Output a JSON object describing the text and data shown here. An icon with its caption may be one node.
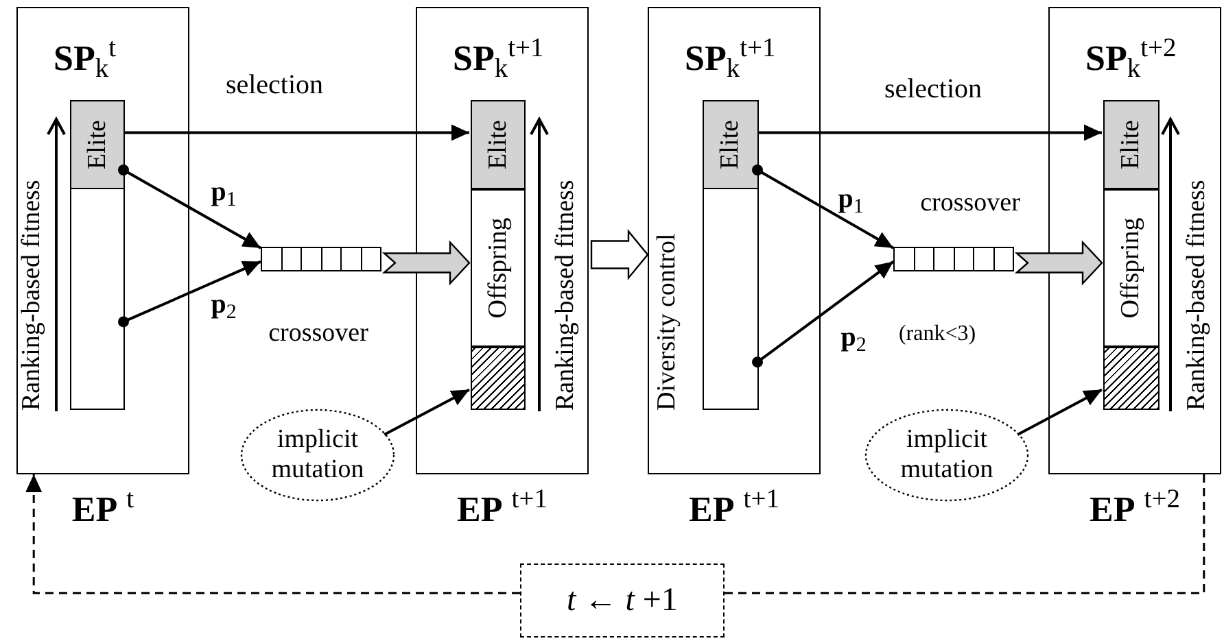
{
  "diagram": {
    "nodes": [
      {
        "text": [
          "**SP**$_{k}$$^{t}$",
          "Ranking-based fitness",
          "**EP** $^{t}$"
        ]
      },
      {
        "text": [],
        "shape": "bar",
        "in": 0
      },
      {
        "text": [
          "Elite"
        ],
        "in": 1
      },
      {
        "text": [],
        "shape": "box"
      },
      {
        "text": [
          "**SP**$_{k}$$^{t+1}$",
          "Ranking-based fitness",
          "**EP** $^{t+1}$"
        ]
      },
      {
        "text": [],
        "shape": "bar",
        "in": 4
      },
      {
        "text": [
          "Elite"
        ],
        "in": 5
      },
      {
        "text": [
          "Offspring"
        ],
        "in": 5
      },
      {
        "text": [],
        "shape": "box",
        "in": 5
      },
      {
        "text": [
          "implicit mutation"
        ]
      },
      {
        "text": [
          "**SP**$_{k}$$^{t+1}$",
          "Diversity control",
          "**EP** $^{t+1}$"
        ]
      },
      {
        "text": [],
        "shape": "bar",
        "in": 10
      },
      {
        "text": [
          "Elite"
        ],
        "in": 11
      },
      {
        "text": [],
        "shape": "box"
      },
      {
        "text": [
          "**SP**$_{k}$$^{t+2}$",
          "Ranking-based fitness",
          "**EP** $^{t+2}$"
        ]
      },
      {
        "text": [],
        "shape": "bar",
        "in": 14
      },
      {
        "text": [
          "Elite"
        ],
        "in": 15
      },
      {
        "text": [
          "Offspring"
        ],
        "in": 15
      },
      {
        "text": [],
        "shape": "box",
        "in": 15
      },
      {
        "text": [
          "implicit mutation"
        ]
      },
      {
        "text": [
          "*t* ← *t* +1"
        ]
      }
    ],
    "edges": [
      {
        "from": 2,
        "to": 6,
        "arrow": "to",
        "label": "selection"
      },
      {
        "from": 2,
        "to": 3,
        "arrow": "to",
        "label": "**p**$_{1}$"
      },
      {
        "from": 1,
        "to": 3,
        "arrow": "to",
        "label": "**p**$_{2}$"
      },
      {
        "from": 3,
        "to": 7,
        "arrow": "to",
        "style": "thick",
        "color": "#d3d3d3"
      },
      {
        "from": 4,
        "to": 10,
        "arrow": "to",
        "style": "thick",
        "color": "#ffffff"
      },
      {
        "from": 9,
        "to": 8,
        "arrow": "to"
      },
      {
        "from": 12,
        "to": 16,
        "arrow": "to",
        "label": "selection"
      },
      {
        "from": 12,
        "to": 13,
        "arrow": "to",
        "label": "**p**$_{1}$"
      },
      {
        "from": 11,
        "to": 13,
        "arrow": "to",
        "label": "**p**$_{2}$"
      },
      {
        "from": 13,
        "to": 17,
        "arrow": "to",
        "style": "thick",
        "color": "#d3d3d3"
      },
      {
        "from": 19,
        "to": 18,
        "arrow": "to"
      },
      {
        "from": 14,
        "to": 20,
        "arrow": "none",
        "style": "dashed"
      },
      {
        "from": 20,
        "to": 0,
        "arrow": "to",
        "style": "dashed"
      }
    ],
    "labels": [
      "crossover",
      "crossover",
      "(rank<3)"
    ]
  }
}
